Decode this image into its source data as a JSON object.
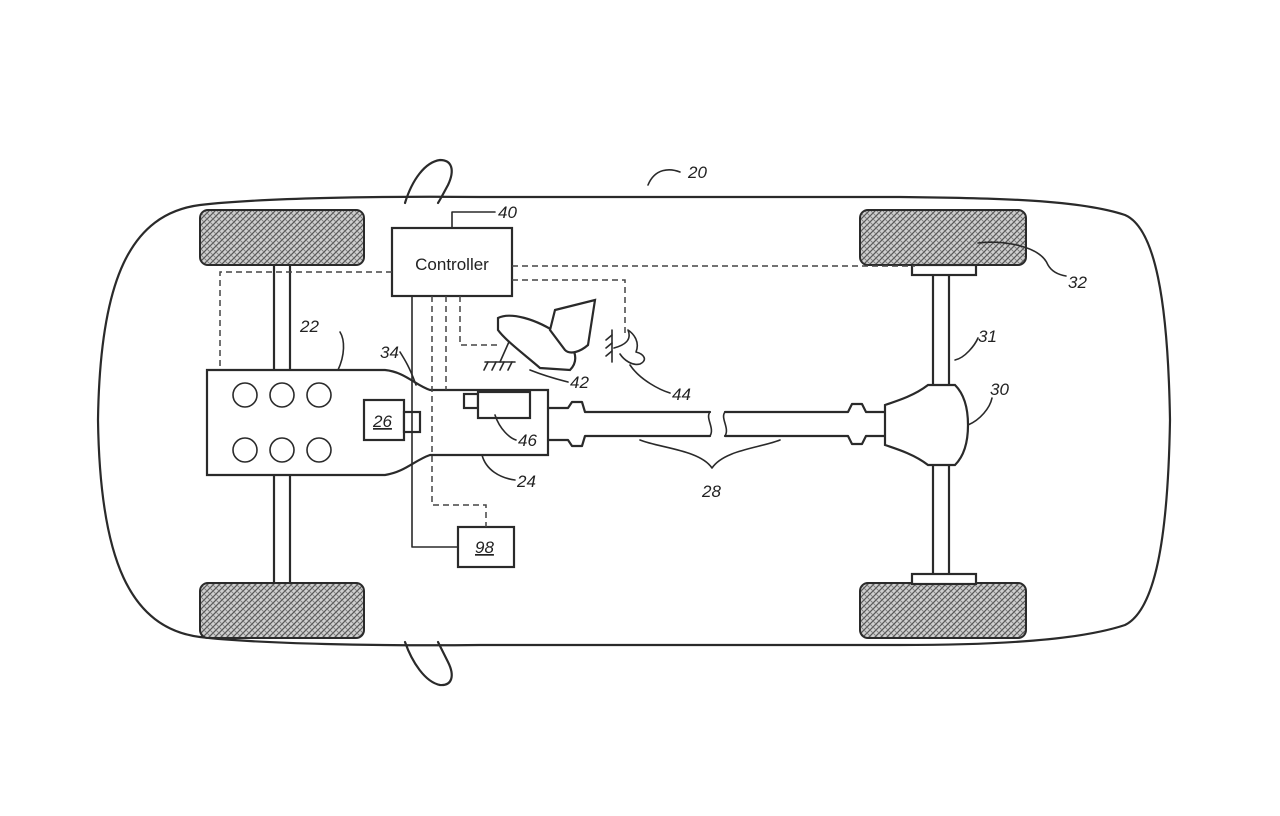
{
  "diagram": {
    "controller_label": "Controller",
    "ref_vehicle": "20",
    "ref_engine": "22",
    "ref_transmission": "24",
    "ref_component_26": "26",
    "ref_driveshaft": "28",
    "ref_differential": "30",
    "ref_axle": "31",
    "ref_wheel": "32",
    "ref_34": "34",
    "ref_controller": "40",
    "ref_accel_pedal": "42",
    "ref_brake_pedal": "44",
    "ref_46": "46",
    "ref_98": "98"
  }
}
